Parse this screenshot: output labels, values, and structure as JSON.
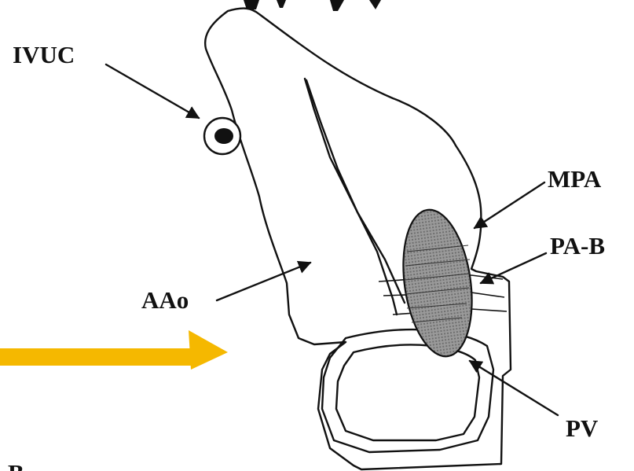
{
  "labels": {
    "ivuc": "IVUC",
    "mpa": "MPA",
    "pab": "PA-B",
    "aao": "AAo",
    "pv": "PV",
    "panel": "B"
  },
  "colors": {
    "ink": "#111111",
    "highlight_arrow": "#f5b800",
    "band_fill": "#8a8a8a"
  }
}
